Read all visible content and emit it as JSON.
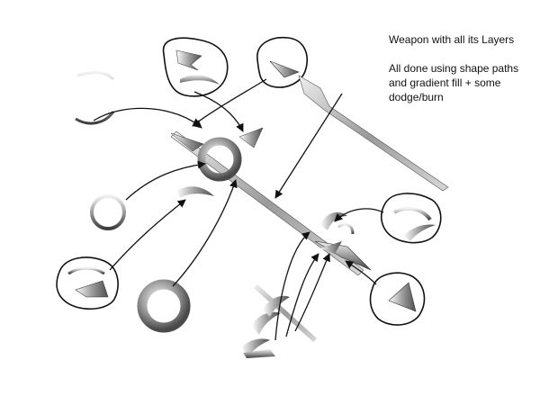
{
  "annotation": {
    "title": "Weapon with all its Layers",
    "lines": [
      "All done using shape paths",
      "and gradient fill + some",
      "dodge/burn"
    ]
  },
  "colors": {
    "ink": "#111111",
    "metal_light": "#e6e6e6",
    "metal_mid": "#a8a8a8",
    "metal_dark": "#5a5a5a",
    "background": "#ffffff"
  },
  "layers": [
    "hand-guard-curve-layer",
    "upper-claw-layer",
    "spear-shaft-layer",
    "small-ring-layer",
    "lower-claw-layer",
    "large-ring-layer",
    "left-curved-blade-layer",
    "spearhead-blade-layer",
    "right-hook-layer",
    "tip-blade-layer"
  ]
}
